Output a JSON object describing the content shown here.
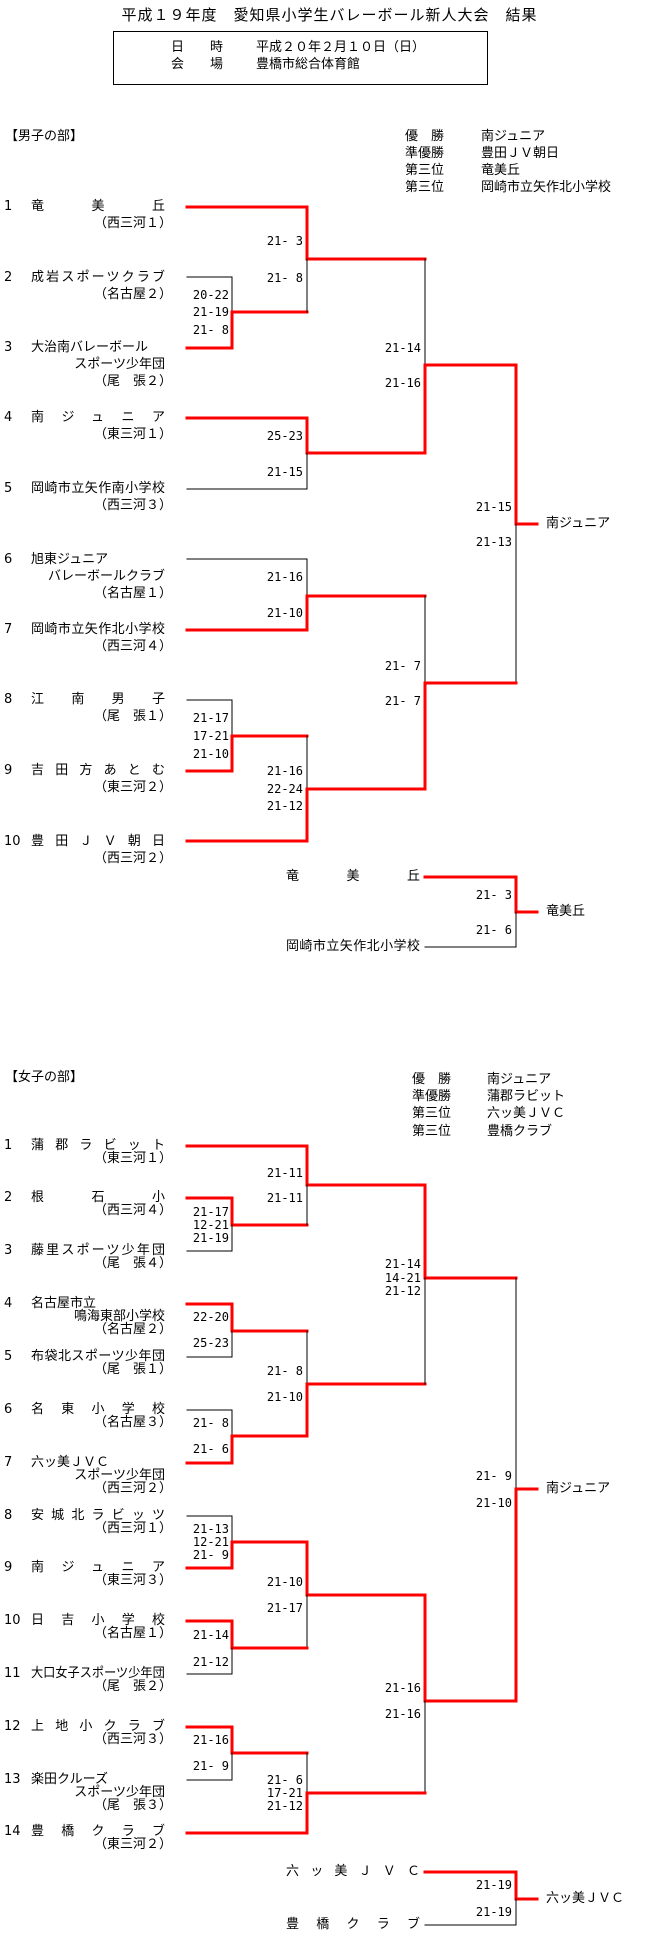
{
  "title": "平成１９年度　愛知県小学生バレーボール新人大会　結果",
  "info": {
    "date_label": "日　　時",
    "date": "平成２０年２月１０日（日）",
    "venue_label": "会　　場",
    "venue": "豊橋市総合体育館"
  },
  "colors": {
    "winner_line": "#ff0000",
    "line": "#000000"
  },
  "boys": {
    "heading": "【男子の部】",
    "results": [
      {
        "label": "優　勝",
        "team": "南ジュニア"
      },
      {
        "label": "準優勝",
        "team": "豊田ＪＶ朝日"
      },
      {
        "label": "第三位",
        "team": "竜美丘"
      },
      {
        "label": "第三位",
        "team": "岡崎市立矢作北小学校"
      }
    ],
    "teams": [
      {
        "no": "1",
        "name": [
          "竜美丘"
        ],
        "region": "（西三河１）"
      },
      {
        "no": "2",
        "name": [
          "成岩スポーツクラブ"
        ],
        "region": "（名古屋２）"
      },
      {
        "no": "3",
        "name": [
          "大治南バレーボール",
          "スポーツ少年団"
        ],
        "region": "（尾　張２）"
      },
      {
        "no": "4",
        "name": [
          "南ジュニア"
        ],
        "region": "（東三河１）"
      },
      {
        "no": "5",
        "name": [
          "岡崎市立矢作南小学校"
        ],
        "region": "（西三河３）"
      },
      {
        "no": "6",
        "name": [
          "旭東ジュニア",
          "バレーボールクラブ"
        ],
        "region": "（名古屋１）"
      },
      {
        "no": "7",
        "name": [
          "岡崎市立矢作北小学校"
        ],
        "region": "（西三河４）"
      },
      {
        "no": "8",
        "name": [
          "江南男子"
        ],
        "region": "（尾　張１）"
      },
      {
        "no": "9",
        "name": [
          "吉田方あとむ"
        ],
        "region": "（東三河２）"
      },
      {
        "no": "10",
        "name": [
          "豊田ＪＶ朝日"
        ],
        "region": "（西三河２）"
      }
    ],
    "matches": [
      [
        "20-22",
        "21-19",
        "21- 8"
      ],
      [
        "21- 3",
        "21- 8"
      ],
      [
        "25-23",
        "21-15"
      ],
      [
        "21-16",
        "21-10"
      ],
      [
        "21-17",
        "17-21",
        "21-10"
      ],
      [
        "21-16",
        "22-24",
        "21-12"
      ],
      [
        "21-14",
        "21-16"
      ],
      [
        "21- 7",
        "21- 7"
      ],
      [
        "21-15",
        "21-13"
      ]
    ],
    "champion": "南ジュニア",
    "third_place": {
      "teams": [
        "竜美丘",
        "岡崎市立矢作北小学校"
      ],
      "scores": [
        "21- 3",
        "21- 6"
      ],
      "winner": "竜美丘"
    }
  },
  "girls": {
    "heading": "【女子の部】",
    "results": [
      {
        "label": "優　勝",
        "team": "南ジュニア"
      },
      {
        "label": "準優勝",
        "team": "蒲郡ラビット"
      },
      {
        "label": "第三位",
        "team": "六ッ美ＪＶＣ"
      },
      {
        "label": "第三位",
        "team": "豊橋クラブ"
      }
    ],
    "teams": [
      {
        "no": "1",
        "name": [
          "蒲郡ラビット"
        ],
        "region": "（東三河１）"
      },
      {
        "no": "2",
        "name": [
          "根石小"
        ],
        "region": "（西三河４）"
      },
      {
        "no": "3",
        "name": [
          "藤里スポーツ少年団"
        ],
        "region": "（尾　張４）"
      },
      {
        "no": "4",
        "name": [
          "名古屋市立",
          "鳴海東部小学校"
        ],
        "region": "（名古屋２）"
      },
      {
        "no": "5",
        "name": [
          "布袋北スポーツ少年団"
        ],
        "region": "（尾　張１）"
      },
      {
        "no": "6",
        "name": [
          "名東小学校"
        ],
        "region": "（名古屋３）"
      },
      {
        "no": "7",
        "name": [
          "六ッ美ＪＶＣ",
          "スポーツ少年団"
        ],
        "region": "（西三河２）"
      },
      {
        "no": "8",
        "name": [
          "安城北ラビッツ"
        ],
        "region": "（西三河１）"
      },
      {
        "no": "9",
        "name": [
          "南ジュニア"
        ],
        "region": "（東三河３）"
      },
      {
        "no": "10",
        "name": [
          "日吉小学校"
        ],
        "region": "（名古屋１）"
      },
      {
        "no": "11",
        "name": [
          "大口女子スポーツ少年団"
        ],
        "region": "（尾　張２）"
      },
      {
        "no": "12",
        "name": [
          "上地小クラブ"
        ],
        "region": "（西三河３）"
      },
      {
        "no": "13",
        "name": [
          "楽田クルーズ",
          "スポーツ少年団"
        ],
        "region": "（尾　張３）"
      },
      {
        "no": "14",
        "name": [
          "豊橋クラブ"
        ],
        "region": "（東三河２）"
      }
    ],
    "matches": [
      [
        "21-17",
        "12-21",
        "21-19"
      ],
      [
        "21-11",
        "21-11"
      ],
      [
        "22-20",
        "25-23"
      ],
      [
        "21- 8",
        "21- 6"
      ],
      [
        "21- 8",
        "21-10"
      ],
      [
        "21-13",
        "12-21",
        "21- 9"
      ],
      [
        "21-14",
        "21-12"
      ],
      [
        "21-10",
        "21-17"
      ],
      [
        "21-16",
        "21- 9"
      ],
      [
        "21- 6",
        "17-21",
        "21-12"
      ],
      [
        "21-14",
        "14-21",
        "21-12"
      ],
      [
        "21-16",
        "21-16"
      ],
      [
        "21- 9",
        "21-10"
      ]
    ],
    "champion": "南ジュニア",
    "third_place": {
      "teams": [
        "六ッ美ＪＶＣ",
        "豊橋クラブ"
      ],
      "scores": [
        "21-19",
        "21-19"
      ],
      "winner": "六ッ美ＪＶＣ"
    }
  }
}
